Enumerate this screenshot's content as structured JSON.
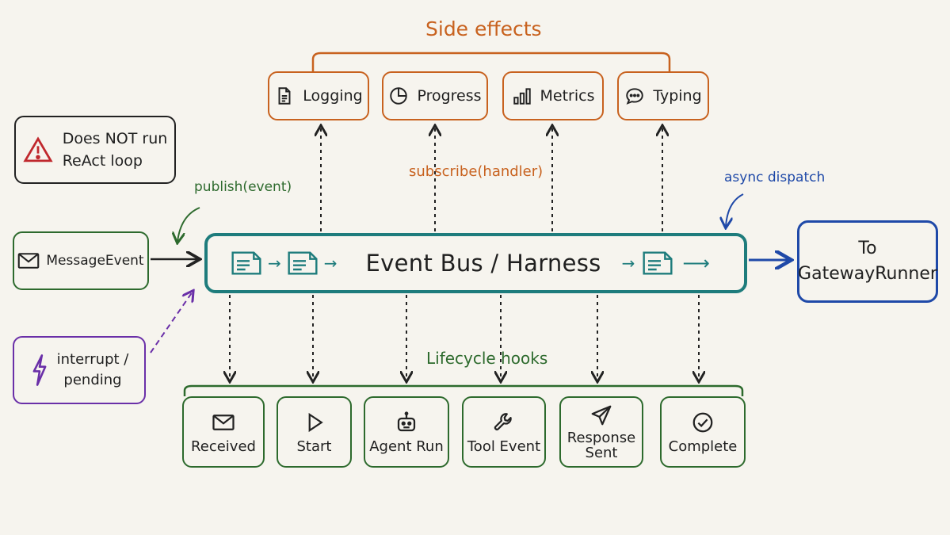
{
  "side_effects": {
    "title": "Side effects",
    "subscribe_label": "subscribe(handler)",
    "items": [
      {
        "label": "Logging",
        "icon": "document-icon"
      },
      {
        "label": "Progress",
        "icon": "pie-chart-icon"
      },
      {
        "label": "Metrics",
        "icon": "bar-chart-icon"
      },
      {
        "label": "Typing",
        "icon": "chat-bubble-icon"
      }
    ]
  },
  "warning": {
    "line1": "Does NOT run",
    "line2": "ReAct loop",
    "icon": "warning-icon"
  },
  "publish_label": "publish(event)",
  "async_label": "async dispatch",
  "message_event": {
    "label": "MessageEvent",
    "icon": "envelope-icon"
  },
  "interrupt": {
    "line1": "interrupt /",
    "line2": "pending",
    "icon": "lightning-icon"
  },
  "event_bus": {
    "title": "Event Bus / Harness"
  },
  "gateway": {
    "line1": "To",
    "line2": "GatewayRunner"
  },
  "lifecycle": {
    "title": "Lifecycle hooks",
    "items": [
      {
        "label": "Received",
        "icon": "envelope-icon"
      },
      {
        "label": "Start",
        "icon": "play-icon"
      },
      {
        "label": "Agent Run",
        "icon": "robot-icon"
      },
      {
        "label": "Tool Event",
        "icon": "wrench-icon"
      },
      {
        "label": "Response Sent",
        "icon": "paper-plane-icon"
      },
      {
        "label": "Complete",
        "icon": "check-circle-icon"
      }
    ]
  },
  "colors": {
    "side_effects": "#c8621f",
    "lifecycle": "#2d6a2d",
    "event_bus": "#1e7c7c",
    "gateway": "#1f49a8",
    "interrupt": "#6a2fa8",
    "warning": "#c0282d"
  }
}
